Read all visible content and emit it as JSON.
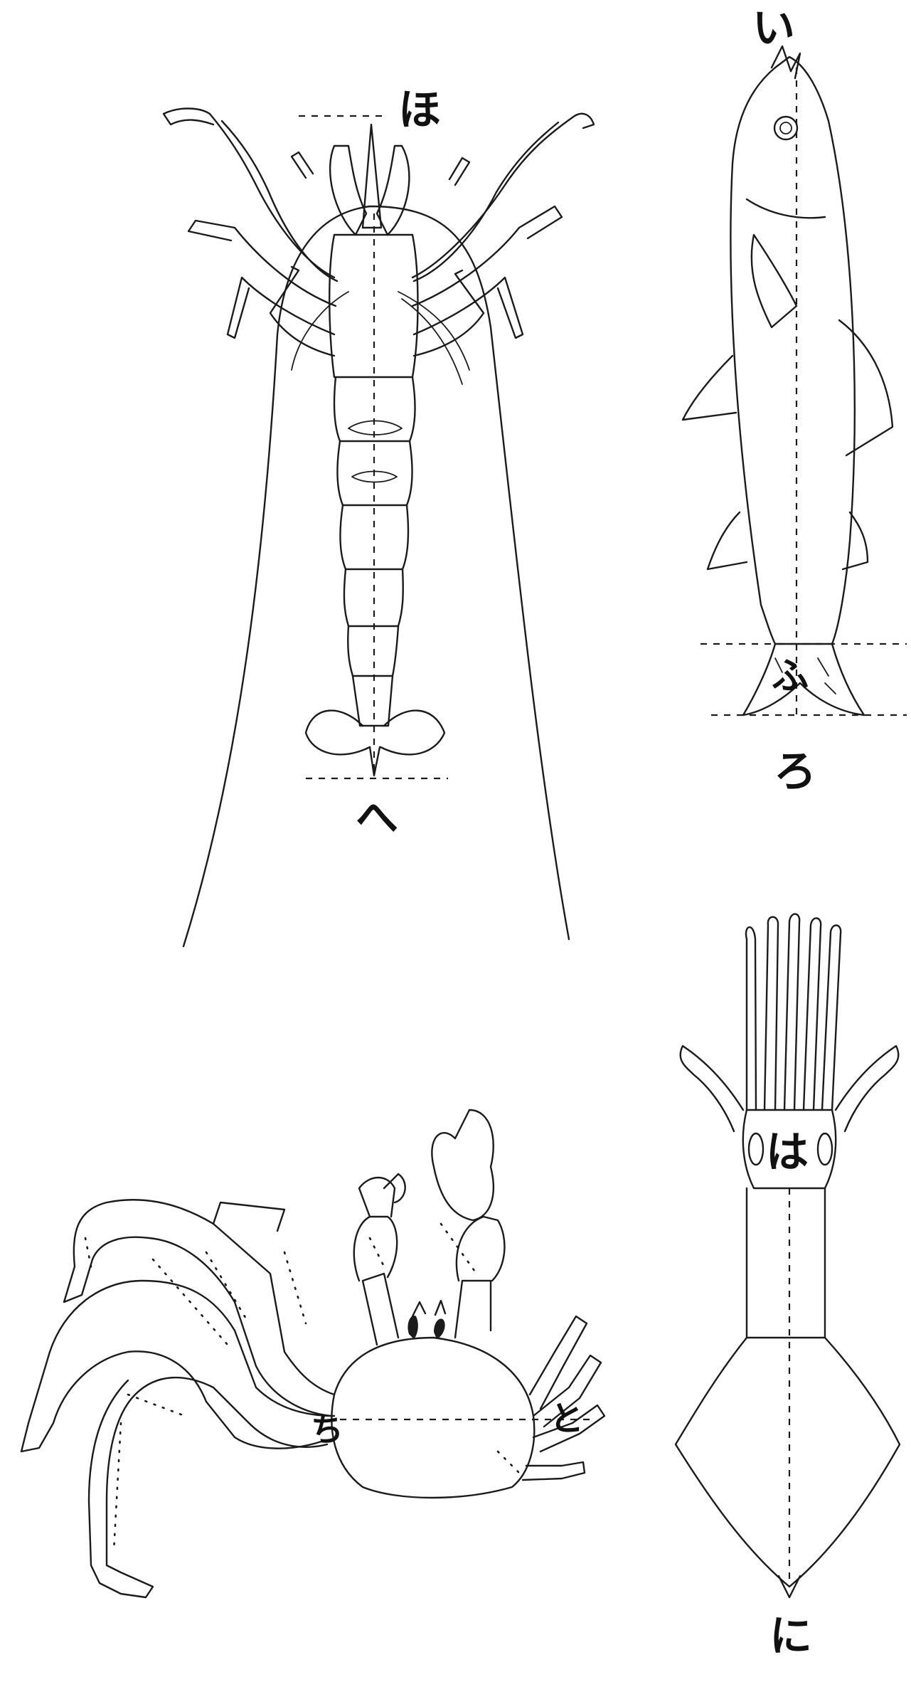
{
  "labels": {
    "i": "い",
    "ro": "ろ",
    "ha": "は",
    "ni": "に",
    "ho": "ほ",
    "he": "へ",
    "to": "と",
    "chi": "ち"
  },
  "colors": {
    "ink": "#1b1b1b",
    "paper": "#ffffff"
  }
}
